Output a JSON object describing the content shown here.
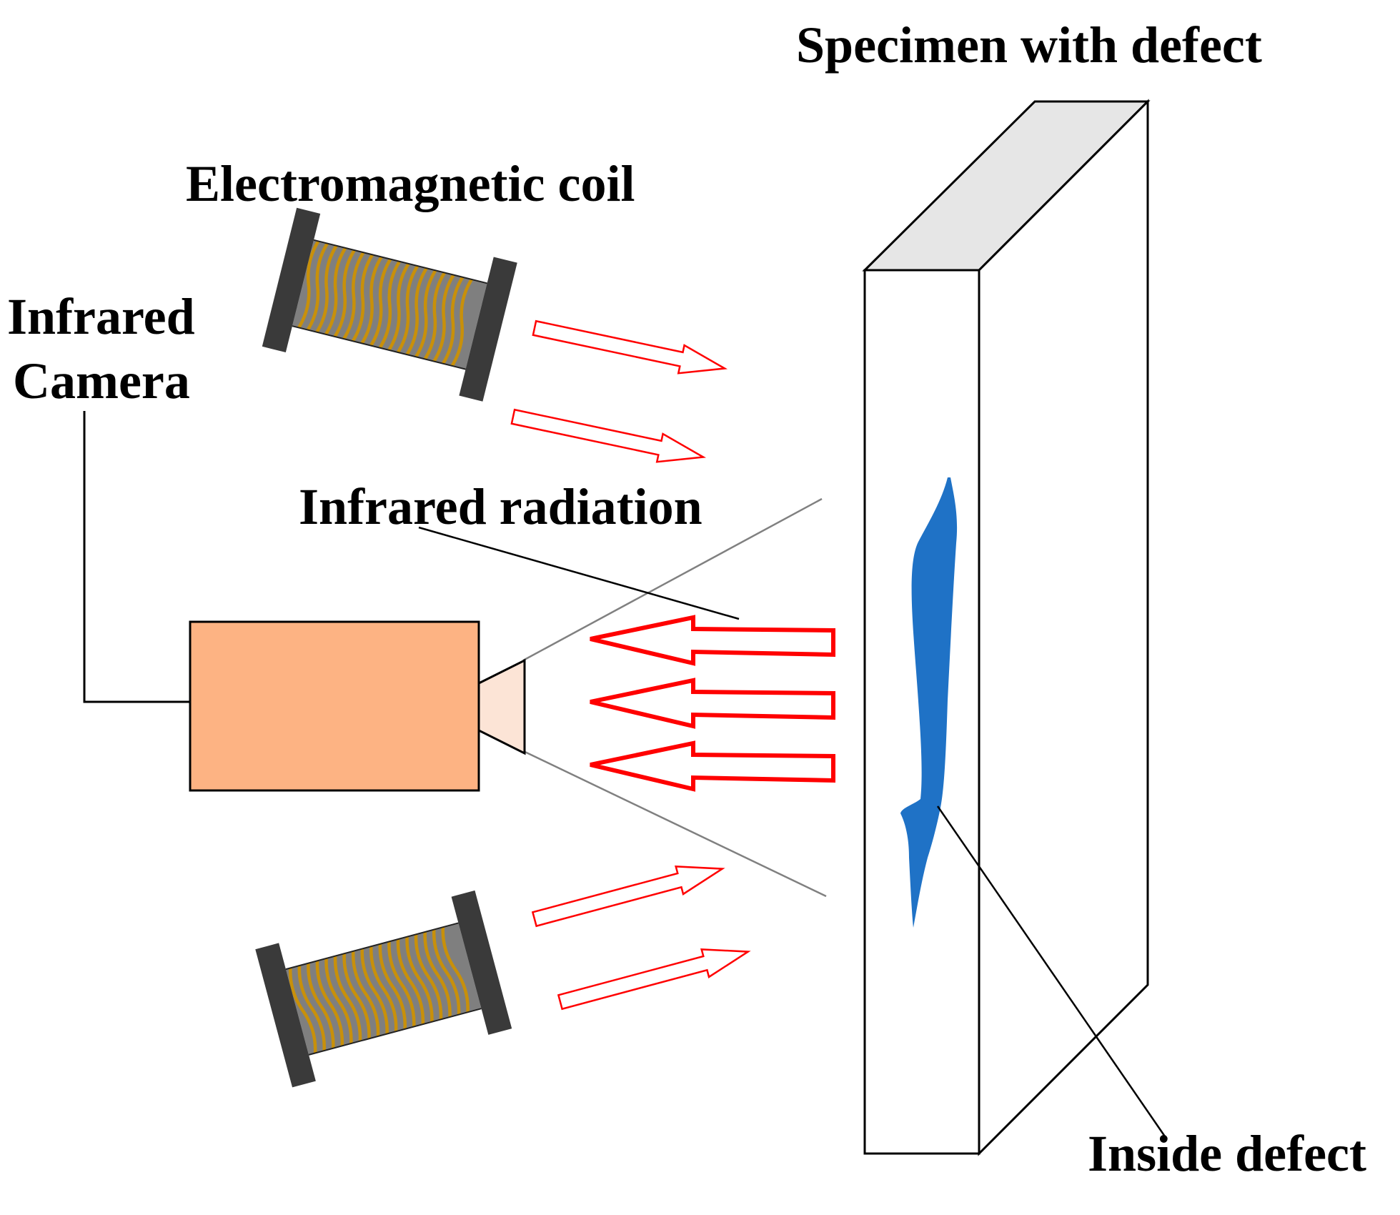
{
  "labels": {
    "specimen": "Specimen with defect",
    "coil": "Electromagnetic coil",
    "camera_line1": "Infrared",
    "camera_line2": "Camera",
    "radiation": "Infrared radiation",
    "defect": "Inside defect"
  },
  "colors": {
    "camera_body": "#FDB383",
    "camera_lens": "#FCE4D6",
    "arrow": "#FF0000",
    "defect": "#1F72C6",
    "specimen_top": "#E6E6E6",
    "coil_core": "#7F7F7F",
    "coil_flange": "#3A3A3A",
    "coil_wire": "#C8900A"
  }
}
